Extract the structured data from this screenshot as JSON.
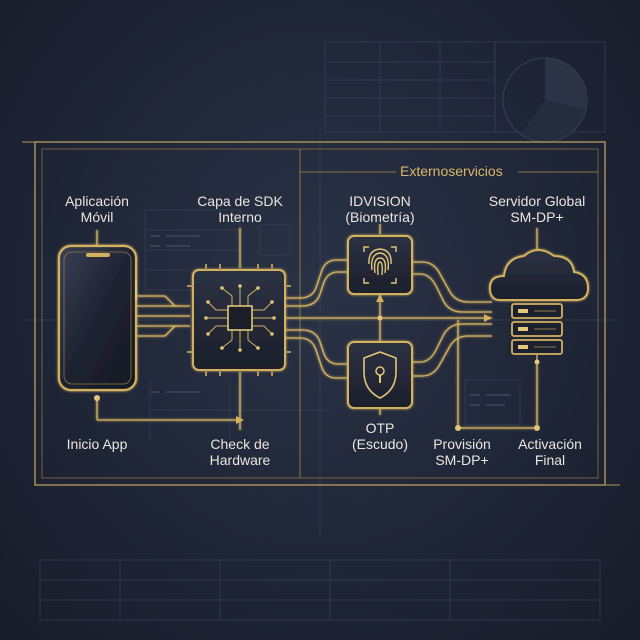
{
  "section_label": "Externoservicios",
  "nodes": {
    "app": {
      "line1": "Aplicación",
      "line2": "Móvil"
    },
    "sdk": {
      "line1": "Capa de SDK",
      "line2": "Interno"
    },
    "idvision": {
      "line1": "IDVISION",
      "line2": "(Biometría)"
    },
    "server": {
      "line1": "Servidor Global",
      "line2": "SM-DP+"
    }
  },
  "steps": {
    "start": {
      "line1": "Inicio App"
    },
    "hardware": {
      "line1": "Check de",
      "line2": "Hardware"
    },
    "otp": {
      "line1": "OTP",
      "line2": "(Escudo)"
    },
    "provision": {
      "line1": "Provisión",
      "line2": "SM-DP+"
    },
    "activation": {
      "line1": "Activación",
      "line2": "Final"
    }
  },
  "colors": {
    "background": "#1f2637",
    "gold": "#d4b15f",
    "gold_dim": "#8c7647",
    "grid_line": "#3a4358",
    "text": "#e9e6de"
  },
  "icons": {
    "app": "smartphone-icon",
    "sdk": "microchip-icon",
    "idvision": "fingerprint-icon",
    "otp": "shield-lock-icon",
    "server": "cloud-server-icon"
  }
}
